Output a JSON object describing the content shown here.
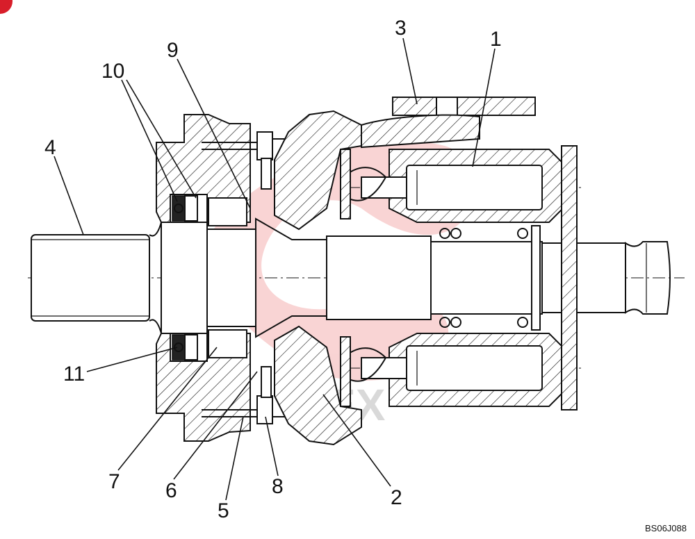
{
  "callouts": {
    "c1": "1",
    "c2": "2",
    "c3": "3",
    "c4": "4",
    "c5": "5",
    "c6": "6",
    "c7": "7",
    "c8": "8",
    "c9": "9",
    "c10": "10",
    "c11": "11"
  },
  "watermark": {
    "text": "TEX",
    "color": "#e23a3a"
  },
  "doc_code": "BS06J088"
}
